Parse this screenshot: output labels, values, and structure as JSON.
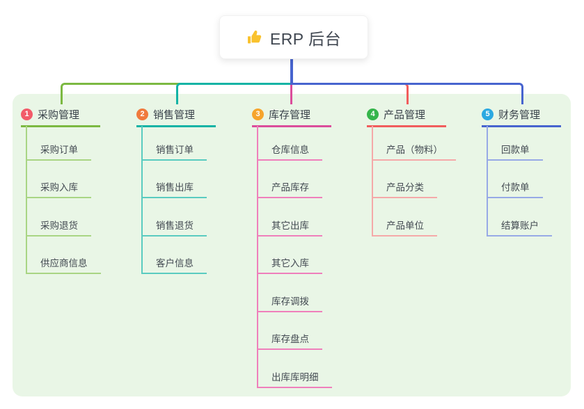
{
  "root": {
    "icon": "thumbs-up",
    "label": "ERP 后台"
  },
  "colors": {
    "panel_bg": "#E9F6E6",
    "root_stem": "#4764CF",
    "root_text": "#3F4650",
    "topic_text": "#39414A",
    "item_text": "#434A52",
    "thumb_icon": "#F9C22E"
  },
  "branches": [
    {
      "index": "1",
      "title": "采购管理",
      "badge_color": "#F25B69",
      "line_color": "#7CB942",
      "sub_line_color": "#A9D584",
      "items": [
        "采购订单",
        "采购入库",
        "采购退货",
        "供应商信息"
      ]
    },
    {
      "index": "2",
      "title": "销售管理",
      "badge_color": "#F07A3D",
      "line_color": "#13B3A5",
      "sub_line_color": "#5ACBC0",
      "items": [
        "销售订单",
        "销售出库",
        "销售退货",
        "客户信息"
      ]
    },
    {
      "index": "3",
      "title": "库存管理",
      "badge_color": "#F6A42C",
      "line_color": "#DB4D9B",
      "sub_line_color": "#EF7FBB",
      "items": [
        "仓库信息",
        "产品库存",
        "其它出库",
        "其它入库",
        "库存调拨",
        "库存盘点",
        "出库库明细"
      ]
    },
    {
      "index": "4",
      "title": "产品管理",
      "badge_color": "#35B54B",
      "line_color": "#F15D5D",
      "sub_line_color": "#F5A9A9",
      "items": [
        "产品（物料）",
        "产品分类",
        "产品单位"
      ]
    },
    {
      "index": "5",
      "title": "财务管理",
      "badge_color": "#2CA9E1",
      "line_color": "#4764CF",
      "sub_line_color": "#97A9E6",
      "items": [
        "回款单",
        "付款单",
        "结算账户"
      ]
    }
  ]
}
